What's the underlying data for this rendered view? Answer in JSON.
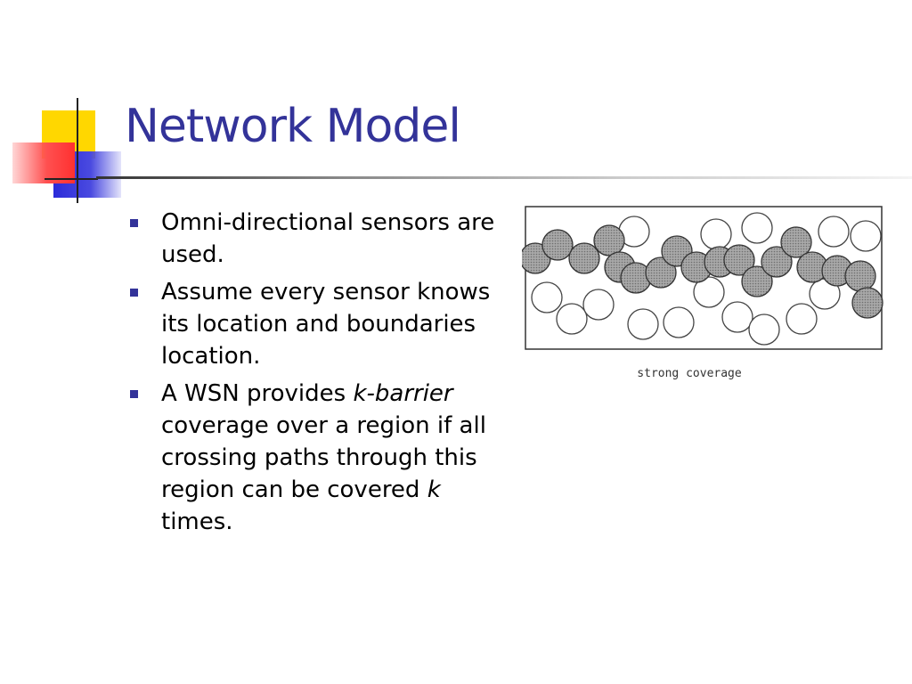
{
  "slide": {
    "title": "Network Model",
    "bullets": [
      {
        "parts": [
          "Omni-directional sensors are used."
        ]
      },
      {
        "parts": [
          "Assume every sensor knows its location and boundaries location."
        ]
      },
      {
        "parts": [
          "A WSN provides ",
          "k-barrier",
          " coverage over a region if all crossing paths through this region can be covered ",
          "k",
          " times."
        ]
      }
    ],
    "figure": {
      "caption": "strong coverage",
      "filled_color": "#999999",
      "empty_color": "#ffffff"
    },
    "colors": {
      "title": "#333399",
      "bullet": "#333399",
      "accent_yellow": "#FFD700",
      "accent_blue": "#2b2bd9",
      "accent_red": "#ff3030"
    }
  }
}
